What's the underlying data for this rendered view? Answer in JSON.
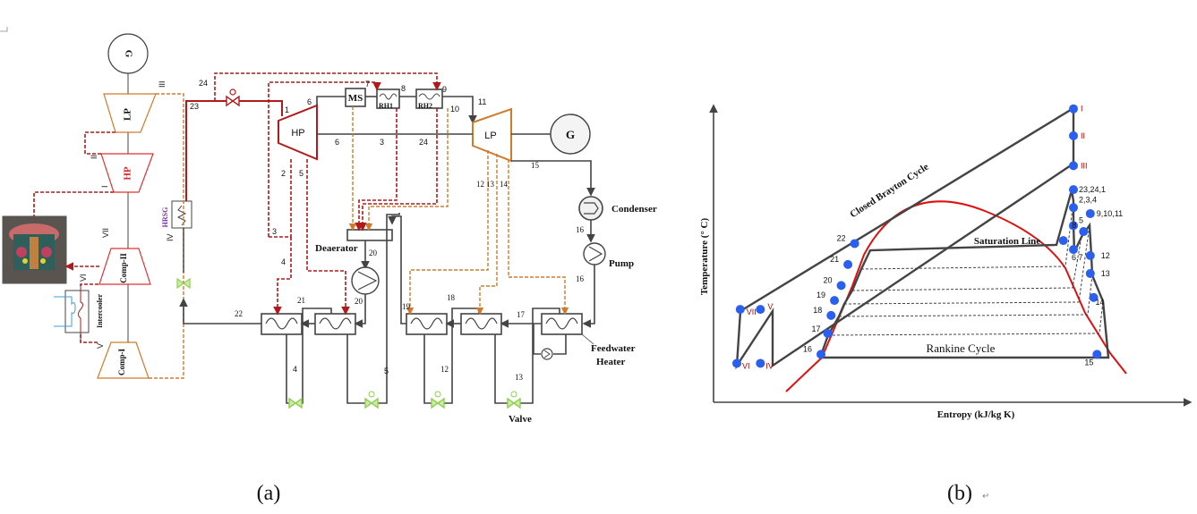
{
  "colors": {
    "primary_steam": "#b21a1a",
    "extraction": "#d07a2a",
    "line": "#444444",
    "valve": "#8fcf4a",
    "point": "#2a5ff0",
    "saturation": "#e01010",
    "roman_label": "#b00000",
    "hrsg_label": "#7030a0",
    "coolant": "#3aa0e0"
  },
  "panel_a": {
    "caption": "(a)",
    "brayton": {
      "generator": "G",
      "turbine_lp": "LP",
      "turbine_hp": "HP",
      "comp2": "Comp-II",
      "comp1": "Comp-I",
      "intercooler": "Intercooler",
      "hrsg": "HRSG",
      "reactor": "reactor",
      "states": [
        "I",
        "II",
        "III",
        "IV",
        "V",
        "VI",
        "VII"
      ]
    },
    "rankine": {
      "hp_turbine": "HP",
      "lp_turbine": "LP",
      "generator": "G",
      "ms": "MS",
      "rh1": "RH1",
      "rh2": "RH2",
      "condenser": "Condenser",
      "pump": "Pump",
      "deaerator": "Deaerator",
      "feedwater_heater_line1": "Feedwater",
      "feedwater_heater_line2": "Heater",
      "valve": "Valve",
      "states": {
        "s1": "1",
        "s2": "2",
        "s3": "3",
        "s3b": "3",
        "s4": "4",
        "s4b": "4",
        "s5": "5",
        "s5b": "5",
        "s6": "6",
        "s6b": "6",
        "s7": "7",
        "s8": "8",
        "s9": "9",
        "s10": "10",
        "s11": "11",
        "s12": "12",
        "s12b": "12",
        "s13": "13",
        "s13b": "13",
        "s14": "14",
        "s15": "15",
        "s16": "16",
        "s16b": "16",
        "s17": "17",
        "s18": "18",
        "s19": "19",
        "s20": "20",
        "s20b": "20",
        "s21": "21",
        "s22": "22",
        "s23": "23",
        "s24": "24",
        "s24b": "24"
      }
    }
  },
  "panel_b": {
    "caption": "(b)",
    "return_mark": "↵",
    "chart_data": {
      "type": "scatter",
      "title": "",
      "xlabel": "Entropy  (kJ/kg K)",
      "ylabel": "Temperature (° C)",
      "axis_ticks": "none (qualitative)",
      "annotations": [
        "Closed Brayton Cycle",
        "Saturation Line",
        "Rankine Cycle"
      ],
      "brayton_points": [
        {
          "label": "I",
          "s": 1.0,
          "T": 0.98
        },
        {
          "label": "II",
          "s": 1.0,
          "T": 0.89
        },
        {
          "label": "III",
          "s": 1.0,
          "T": 0.79
        },
        {
          "label": "IV",
          "s": 0.07,
          "T": 0.13
        },
        {
          "label": "V",
          "s": 0.07,
          "T": 0.31
        },
        {
          "label": "VI",
          "s": 0.0,
          "T": 0.13
        },
        {
          "label": "VII",
          "s": 0.01,
          "T": 0.31
        }
      ],
      "rankine_points": [
        {
          "label": "23,24,1",
          "s": 1.0,
          "T": 0.71
        },
        {
          "label": "2,3,4",
          "s": 1.0,
          "T": 0.65
        },
        {
          "label": "5",
          "s": 1.0,
          "T": 0.59
        },
        {
          "label": "6,7",
          "s": 1.0,
          "T": 0.51
        },
        {
          "label": "8",
          "s": 1.03,
          "T": 0.57
        },
        {
          "label": "9,10,11",
          "s": 1.05,
          "T": 0.63
        },
        {
          "label": "12",
          "s": 1.05,
          "T": 0.49
        },
        {
          "label": "13",
          "s": 1.05,
          "T": 0.43
        },
        {
          "label": "14",
          "s": 1.06,
          "T": 0.35
        },
        {
          "label": "15",
          "s": 1.07,
          "T": 0.16
        },
        {
          "label": "16",
          "s": 0.25,
          "T": 0.16
        },
        {
          "label": "17",
          "s": 0.27,
          "T": 0.23
        },
        {
          "label": "18",
          "s": 0.28,
          "T": 0.29
        },
        {
          "label": "19",
          "s": 0.29,
          "T": 0.34
        },
        {
          "label": "20",
          "s": 0.31,
          "T": 0.39
        },
        {
          "label": "21",
          "s": 0.33,
          "T": 0.46
        },
        {
          "label": "22",
          "s": 0.35,
          "T": 0.53
        },
        {
          "label": "sat",
          "s": 0.97,
          "T": 0.54
        }
      ]
    }
  }
}
